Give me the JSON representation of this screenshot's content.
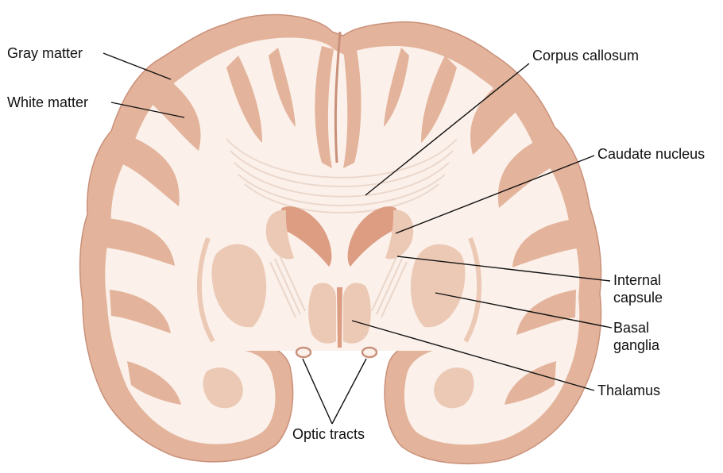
{
  "labels": {
    "gray_matter": "Gray matter",
    "white_matter": "White matter",
    "corpus_callosum": "Corpus callosum",
    "caudate_nucleus": "Caudate nucleus",
    "internal_capsule": [
      "Internal",
      "capsule"
    ],
    "basal_ganglia": [
      "Basal",
      "ganglia"
    ],
    "thalamus": "Thalamus",
    "optic_tracts": "Optic tracts"
  },
  "colors": {
    "gray_matter": "#e3b49b",
    "white_matter": "#fbf0ea",
    "deep_nuclei": "#ecc9b5",
    "ventricle": "#dc9d82",
    "sulcus_line": "#c9907a",
    "leader_line": "#111111"
  }
}
